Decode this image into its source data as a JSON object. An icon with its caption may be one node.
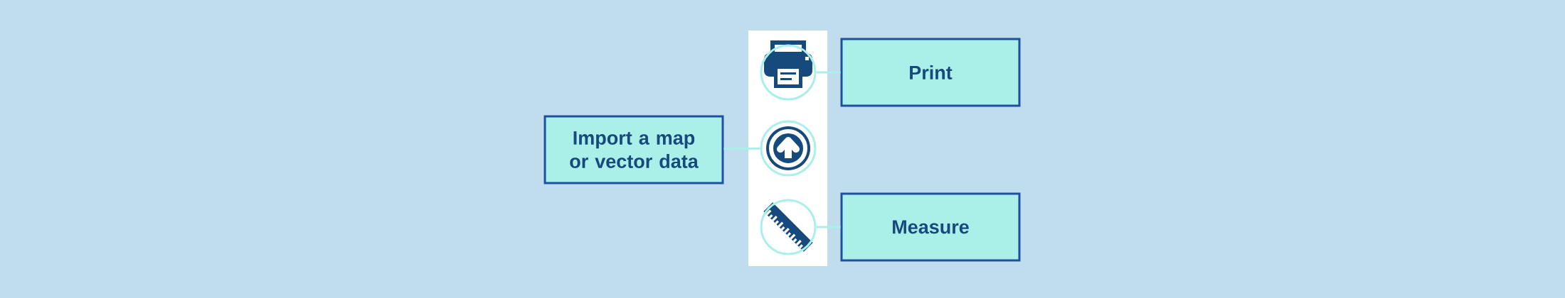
{
  "diagram": {
    "nodes": [
      {
        "text": [
          "Import a map or vector data"
        ]
      },
      {
        "text": [],
        "shape": "picture"
      },
      {
        "text": [],
        "shape": "picture"
      },
      {
        "text": [],
        "shape": "picture"
      },
      {
        "text": [
          "Print"
        ]
      },
      {
        "text": [
          "Measure"
        ]
      }
    ],
    "edges": [
      {
        "from": 1,
        "to": 4,
        "arrow": "none"
      },
      {
        "from": 0,
        "to": 2,
        "arrow": "none"
      },
      {
        "from": 3,
        "to": 5,
        "arrow": "none"
      }
    ]
  }
}
